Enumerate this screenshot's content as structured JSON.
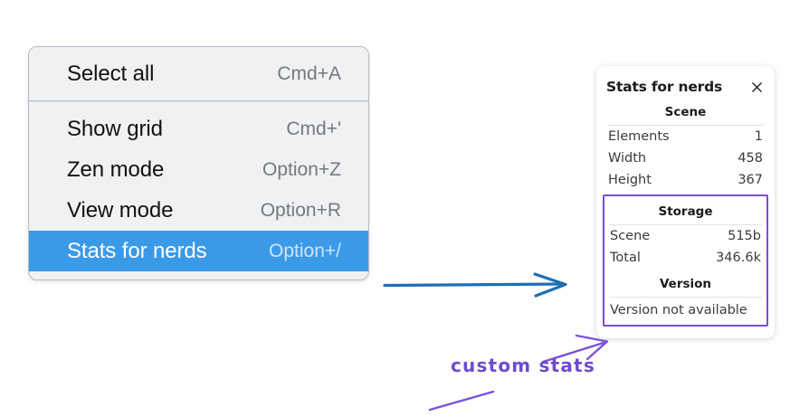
{
  "context_menu": {
    "name": "canvas-context-menu",
    "groups": [
      {
        "items": [
          {
            "label": "Select all",
            "shortcut": "Cmd+A",
            "selected": false
          }
        ]
      },
      {
        "items": [
          {
            "label": "Show grid",
            "shortcut": "Cmd+'",
            "selected": false
          },
          {
            "label": "Zen mode",
            "shortcut": "Option+Z",
            "selected": false
          },
          {
            "label": "View mode",
            "shortcut": "Option+R",
            "selected": false
          },
          {
            "label": "Stats for nerds",
            "shortcut": "Option+/",
            "selected": true
          }
        ]
      }
    ],
    "selected_bg_color": "#3b9ae8"
  },
  "stats_panel": {
    "title": "Stats for nerds",
    "close_icon": "close-icon",
    "sections": [
      {
        "heading": "Scene",
        "rows": [
          {
            "key": "Elements",
            "value": "1"
          },
          {
            "key": "Width",
            "value": "458"
          },
          {
            "key": "Height",
            "value": "367"
          }
        ]
      },
      {
        "heading": "Storage",
        "rows": [
          {
            "key": "Scene",
            "value": "515b"
          },
          {
            "key": "Total",
            "value": "346.6k"
          }
        ]
      },
      {
        "heading": "Version",
        "single_line": "Version not available"
      }
    ],
    "highlight_color": "#7c4dd6"
  },
  "annotations": {
    "custom_stats_label": "custom stats",
    "blue_arrow_color": "#1f6eb4",
    "purple_arrow_color": "#7c52d8"
  }
}
